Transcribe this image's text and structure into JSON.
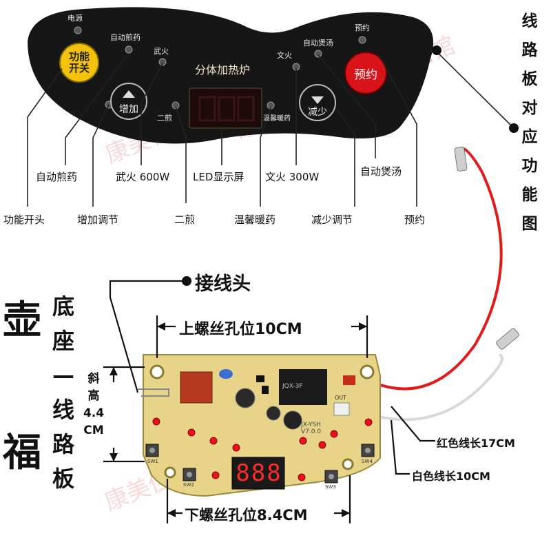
{
  "colors": {
    "panel": "#161616",
    "power_button": "#f4c20d",
    "preset_button": "#d8141a",
    "pcb": "#e7d488",
    "red_wire": "#e11a1a",
    "white_wire": "#d8d8d8",
    "led_digits": "#ff2a2a",
    "watermark": "#e67878"
  },
  "panel": {
    "power_button_label_1": "功能",
    "power_button_label_2": "开关",
    "power_indicator": "电源",
    "auto_decoct_indicator": "自动煎药",
    "strong_fire_indicator": "武火",
    "title": "分体加热炉",
    "mild_fire_indicator": "文火",
    "auto_soup_indicator": "自动煲汤",
    "preset_indicator": "预约",
    "preset_button_label": "预约",
    "increase_button_label": "增加",
    "second_decoct_indicator": "二煎",
    "warm_indicator": "温馨暖药",
    "decrease_button_label": "减少"
  },
  "callouts": {
    "auto_decoct": "自动煎药",
    "strong_fire": "武火 600W",
    "led_display": "LED显示屏",
    "mild_fire": "文火 300W",
    "auto_soup": "自动煲汤",
    "power_switch": "功能开头",
    "increase": "增加调节",
    "second_decoct": "二煎",
    "warm": "温馨暖药",
    "decrease": "减少调节",
    "preset": "预约"
  },
  "side_title": [
    "线",
    "路",
    "板",
    "对",
    "应",
    "功",
    "能",
    "图"
  ],
  "brand": [
    "壶",
    "福"
  ],
  "subtitle": [
    "底",
    "座",
    "—",
    "线",
    "路",
    "板"
  ],
  "dimensions": {
    "connector": "接线头",
    "top_screw": "上螺丝孔位10CM",
    "diagonal_height": [
      "斜",
      "高",
      "4.4",
      "CM"
    ],
    "bottom_screw": "下螺丝孔位8.4CM",
    "red_wire_length": "红色线长17CM",
    "white_wire_length": "白色线长10CM"
  },
  "pcb": {
    "model": "JX-YSH",
    "version": "V7.0.0",
    "relay_brand": "JQX-3F",
    "sw_labels": [
      "SW1",
      "SW2",
      "SW3",
      "SW4"
    ],
    "out_label": "OUT",
    "display_digits": "888"
  },
  "watermarks": [
    "康美佳",
    "康美佳陶瓷用品生活馆",
    "康美佳陶瓷用品生活馆"
  ]
}
